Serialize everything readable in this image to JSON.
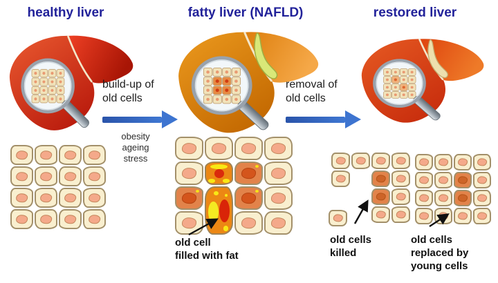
{
  "panels": [
    {
      "title": "healthy liver"
    },
    {
      "title": "fatty liver (NAFLD)"
    },
    {
      "title": "restored liver"
    }
  ],
  "transitions": [
    {
      "line1": "build-up of",
      "line2": "old cells",
      "sublabels": [
        "obesity",
        "ageing",
        "stress"
      ]
    },
    {
      "line1": "removal of",
      "line2": "old cells",
      "sublabels": []
    }
  ],
  "annotations": {
    "fat_cell": {
      "line1": "old cell",
      "line2": "filled with fat"
    },
    "killed": {
      "line1": "old cells",
      "line2": "killed"
    },
    "replaced": {
      "line1": "old cells",
      "line2": "replaced by",
      "line3": "young cells"
    }
  },
  "grids": {
    "healthy": {
      "rows": [
        [
          "n",
          "n",
          "n",
          "n"
        ],
        [
          "n",
          "n",
          "n",
          "n"
        ],
        [
          "n",
          "n",
          "n",
          "n"
        ],
        [
          "n",
          "n",
          "n",
          "n"
        ]
      ]
    },
    "fatty": {
      "rows": [
        [
          "n",
          "n",
          "n",
          "n"
        ],
        [
          "n",
          "f",
          "o",
          "n"
        ],
        [
          "o",
          "F",
          "o",
          "n"
        ],
        [
          "n",
          "s",
          "n",
          "n"
        ]
      ]
    },
    "killed": {
      "rows": [
        [
          "n",
          "n",
          "n",
          "n"
        ],
        [
          "n",
          "x",
          "o",
          "n"
        ],
        [
          "x",
          "x",
          "o",
          "n"
        ],
        [
          "d",
          "x",
          "n",
          "n"
        ]
      ]
    },
    "restored": {
      "rows": [
        [
          "n",
          "n",
          "n",
          "n"
        ],
        [
          "n",
          "n",
          "o",
          "n"
        ],
        [
          "n",
          "n",
          "o",
          "n"
        ],
        [
          "n",
          "n",
          "n",
          "n"
        ]
      ]
    }
  },
  "cell_types": {
    "n": "young cell",
    "o": "old cell",
    "f": "old cell with fat droplets",
    "F": "old cell filled with fat",
    "x": "gap where old cell was killed",
    "d": "young cell (detached)",
    "s": "occupied by tall fat cell above"
  },
  "icons": {
    "magnifier": "magnifying-glass-icon"
  },
  "colors": {
    "title_text": "#22229a",
    "arrow_blue": "#3a6fcc",
    "healthy_liver": "#d93420",
    "fatty_liver": "#e08a12",
    "restored_liver": "#df4c14",
    "gallbladder_fatty": "#d9e878",
    "young_cell": "#f9efcf",
    "old_cell": "#e2834a",
    "fat_yellow": "#f6e51a",
    "nucleus_salmon": "#f4a98a",
    "nucleus_red": "#d92408",
    "cell_border": "#a3906a",
    "label_text": "#111111"
  }
}
